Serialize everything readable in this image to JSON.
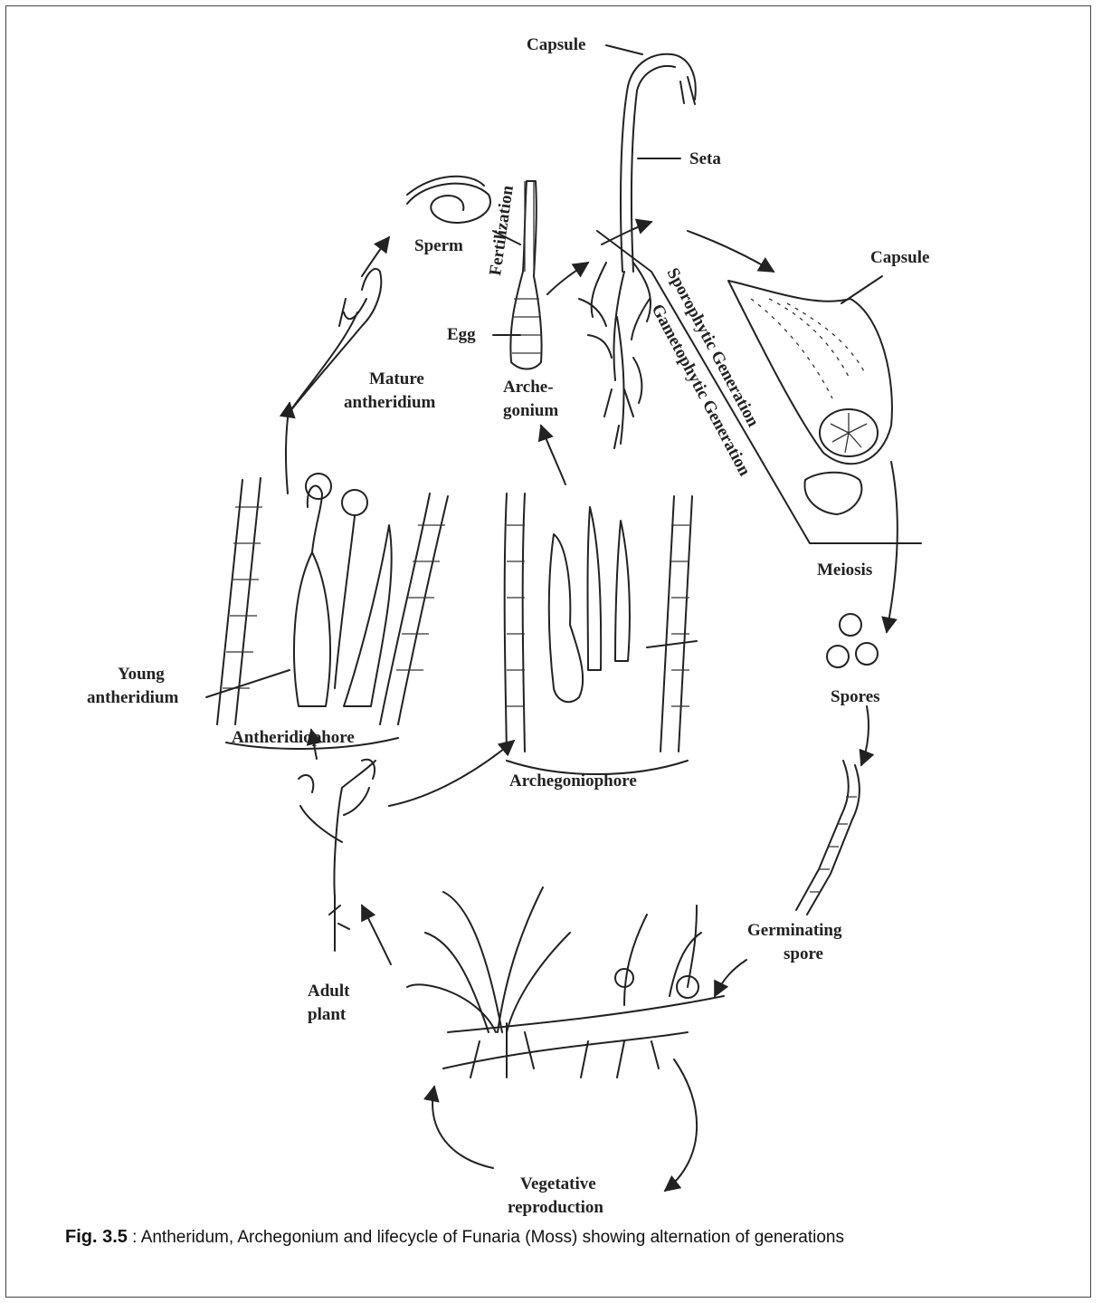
{
  "figure": {
    "caption_number": "Fig. 3.5",
    "caption_text": " : Antheridum, Archegonium and lifecycle of Funaria (Moss) showing alternation of generations"
  },
  "labels": {
    "capsule_top": "Capsule",
    "seta": "Seta",
    "capsule_right": "Capsule",
    "sperm": "Sperm",
    "fertilization": "Fertilization",
    "egg": "Egg",
    "mature_antheridium_1": "Mature",
    "mature_antheridium_2": "antheridium",
    "archegonium_1": "Arche-",
    "archegonium_2": "gonium",
    "sporophytic": "Sporophytic Generation",
    "gametophytic": "Gametophytic Generation",
    "meiosis": "Meiosis",
    "spores": "Spores",
    "young_antheridium_1": "Young",
    "young_antheridium_2": "antheridium",
    "antheridiophore": "Antheridiophore",
    "archegoniophore": "Archegoniophore",
    "germinating_spore_1": "Germinating",
    "germinating_spore_2": "spore",
    "adult_plant_1": "Adult",
    "adult_plant_2": "plant",
    "vegetative_1": "Vegetative",
    "vegetative_2": "reproduction"
  }
}
